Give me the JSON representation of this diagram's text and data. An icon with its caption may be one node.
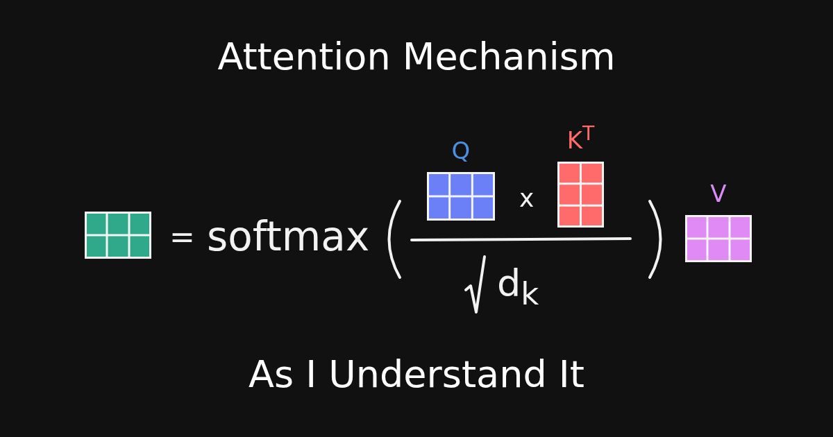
{
  "diagram": {
    "title": "Attention Mechanism",
    "caption": "As I Understand It",
    "nodes": [
      {
        "text": [],
        "shape": "grid"
      },
      {
        "text": [
          "Q"
        ]
      },
      {
        "text": [
          "K$^{T}$"
        ]
      },
      {
        "text": [
          "V"
        ]
      }
    ],
    "labels": [
      "=",
      "softmax",
      "x",
      "d$_{k}$"
    ]
  }
}
